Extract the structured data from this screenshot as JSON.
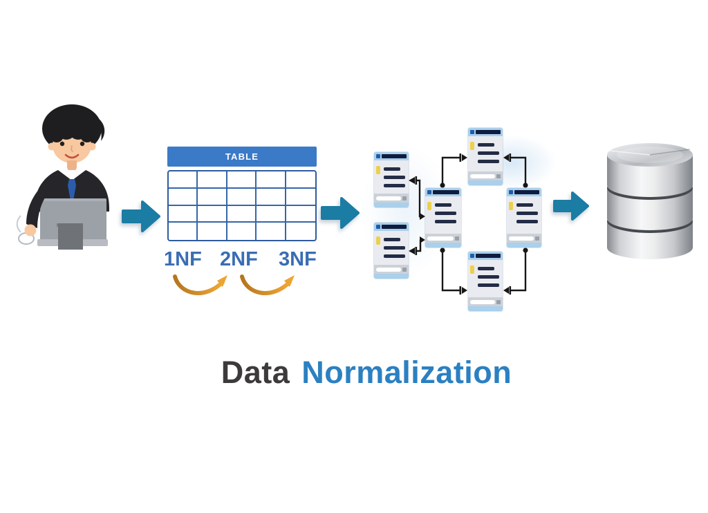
{
  "page": {
    "type": "infographic-diagram",
    "background": "#ffffff"
  },
  "title": {
    "word1": "Data",
    "word2": "Normalization",
    "word1_color": "#3d3a3b",
    "word2_color": "#2b80c1"
  },
  "table": {
    "header_label": "TABLE",
    "columns": 5,
    "rows": 4,
    "header_bg": "#3b7ac7",
    "grid_line_color": "#3566a8"
  },
  "normal_forms": [
    "1NF",
    "2NF",
    "3NF"
  ],
  "normal_forms_style": {
    "label_color": "#3a6db3",
    "swoosh_color_start": "#b5761e",
    "swoosh_color_end": "#f0a838"
  },
  "flow": {
    "steps": [
      "person-at-computer",
      "unnormalized-table",
      "normalized-entity-diagram",
      "database-cylinder"
    ],
    "arrow_color": "#1b7ca4",
    "entity_cards_count": 6
  },
  "entity_card_style": {
    "header_bg": "#a9d0ec",
    "title_bar": "#101c3f",
    "body_bg": "#e9ebf0",
    "key_icon": "#edd04a",
    "row_bar": "#232c45",
    "footer_bg": "#ccd1d8",
    "base_bg": "#a9d0ec",
    "connector_color": "#161616"
  },
  "database_style": {
    "metal_light": "#f6f7f8",
    "metal_dark": "#7e8187",
    "gap_dark": "#46494e"
  }
}
